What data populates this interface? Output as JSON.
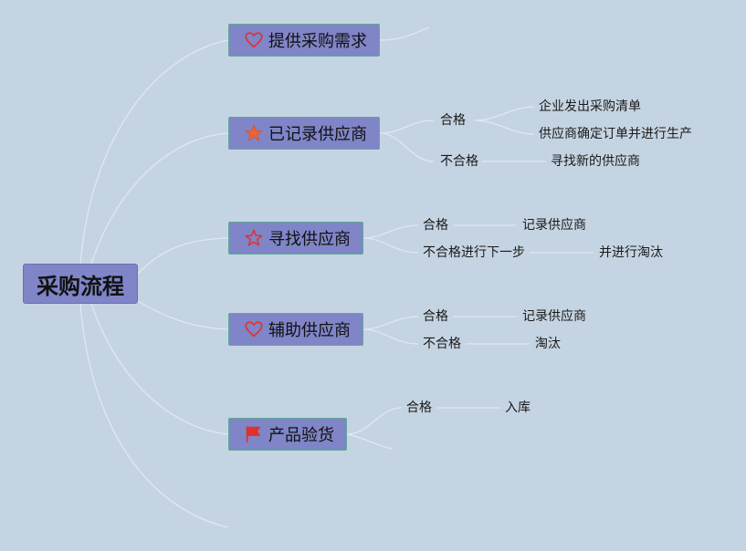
{
  "root": "采购流程",
  "branches": [
    {
      "label": "提供采购需求",
      "icon": "heart-icon",
      "children": []
    },
    {
      "label": "已记录供应商",
      "icon": "star-filled-icon",
      "children": [
        {
          "label": "合格",
          "children": [
            "企业发出采购清单",
            "供应商确定订单并进行生产"
          ]
        },
        {
          "label": "不合格",
          "children": [
            "寻找新的供应商"
          ]
        }
      ]
    },
    {
      "label": "寻找供应商",
      "icon": "star-outline-icon",
      "children": [
        {
          "label": "合格",
          "children": [
            "记录供应商"
          ]
        },
        {
          "label": "不合格进行下一步",
          "children": [
            "并进行淘汰"
          ]
        }
      ]
    },
    {
      "label": "辅助供应商",
      "icon": "heart-icon",
      "children": [
        {
          "label": "合格",
          "children": [
            "记录供应商"
          ]
        },
        {
          "label": "不合格",
          "children": [
            "淘汰"
          ]
        }
      ]
    },
    {
      "label": "产品验货",
      "icon": "flag-icon",
      "children": [
        {
          "label": "合格",
          "children": [
            "入库"
          ]
        }
      ]
    }
  ],
  "colors": {
    "background": "#c5d4e2",
    "node_fill": "#7f85c7",
    "node_border": "#5fa89a",
    "icon_red": "#e0312b",
    "star_orange": "#e8653a",
    "line": "#e4ecf3"
  }
}
